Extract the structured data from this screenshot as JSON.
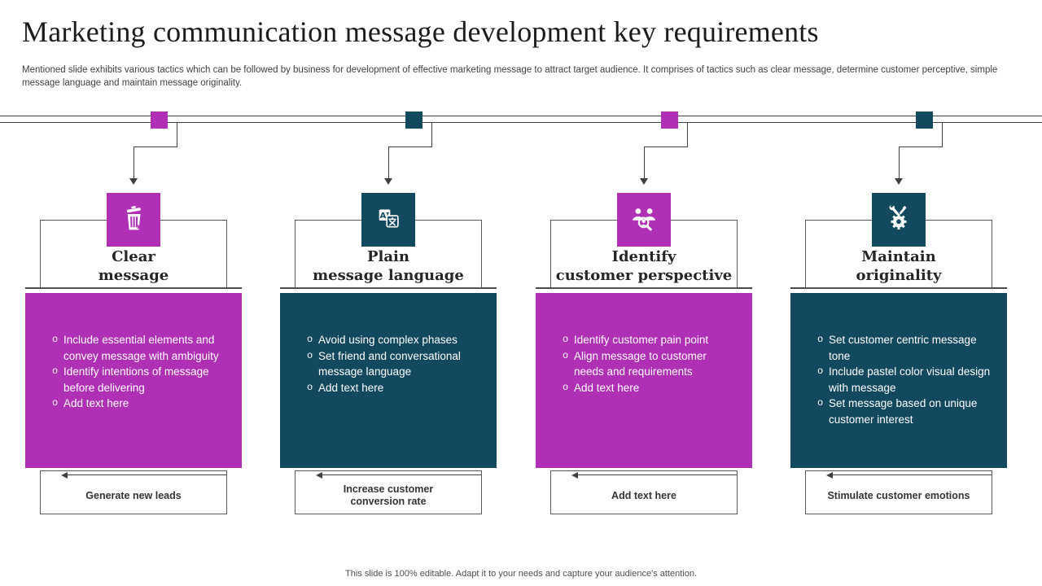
{
  "slide": {
    "title": "Marketing communication message development key requirements",
    "subtitle": "Mentioned slide exhibits various tactics which can be followed by business for development of effective  marketing message to attract target audience. It comprises of tactics such as clear message, determine customer perceptive, simple message language and maintain message originality.",
    "footer": "This slide is 100% editable. Adapt it to your needs and capture your audience's attention."
  },
  "colors": {
    "magenta": "#af2fb5",
    "teal": "#12495f",
    "connector": "#404040",
    "box_border": "#595959",
    "title_text": "#262626",
    "body_text": "#ffffff"
  },
  "columns": [
    {
      "accent": "magenta",
      "icon": "trash-delete-icon",
      "title_line1": "Clear",
      "title_line2": "message",
      "bullets": [
        "Include  essential elements and convey  message with ambiguity",
        "Identify  intentions  of message before delivering",
        "Add text here"
      ],
      "outcome": "Generate new leads"
    },
    {
      "accent": "teal",
      "icon": "translation-icon",
      "title_line1": "Plain",
      "title_line2": "message language",
      "bullets": [
        "Avoid using  complex phases",
        "Set friend  and conversational  message language",
        "Add text here"
      ],
      "outcome": "Increase customer\nconversion rate"
    },
    {
      "accent": "magenta",
      "icon": "customer-search-icon",
      "title_line1": "Identify",
      "title_line2": "customer perspective",
      "bullets": [
        "Identify  customer  pain point",
        "Align message to customer needs and requirements",
        "Add text  here"
      ],
      "outcome": "Add  text here"
    },
    {
      "accent": "teal",
      "icon": "gear-wrench-icon",
      "title_line1": "Maintain",
      "title_line2": "originality",
      "bullets": [
        "Set customer  centric message tone",
        "Include  pastel color visual design with message",
        "Set message based on unique  customer  interest"
      ],
      "outcome": "Stimulate customer  emotions"
    }
  ]
}
